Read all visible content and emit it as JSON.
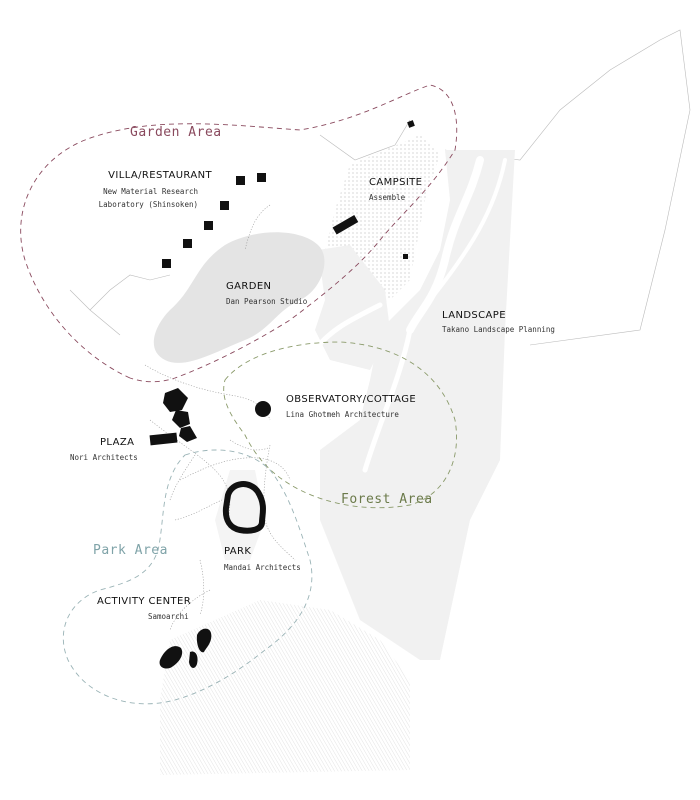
{
  "colors": {
    "garden_area": "#8a4a5e",
    "forest_area": "#6b7a4a",
    "park_area": "#7fa3a8",
    "ink": "#111111",
    "ground": "#f2f2f2",
    "garden_fill": "#e6e6e6"
  },
  "areas": {
    "garden": "Garden Area",
    "forest": "Forest Area",
    "park": "Park Area"
  },
  "places": {
    "villa": {
      "title": "VILLA/RESTAURANT",
      "sub1": "New Material Research",
      "sub2": "Laboratory (Shinsoken)"
    },
    "campsite": {
      "title": "CAMPSITE",
      "sub": "Assemble"
    },
    "garden": {
      "title": "GARDEN",
      "sub": "Dan Pearson Studio"
    },
    "landscape": {
      "title": "LANDSCAPE",
      "sub": "Takano Landscape Planning"
    },
    "observatory": {
      "title": "OBSERVATORY/COTTAGE",
      "sub": "Lina Ghotmeh Architecture"
    },
    "plaza": {
      "title": "PLAZA",
      "sub": "Nori Architects"
    },
    "park": {
      "title": "PARK",
      "sub": "Mandai Architects"
    },
    "activity": {
      "title": "ACTIVITY CENTER",
      "sub": "Samoarchi"
    }
  }
}
